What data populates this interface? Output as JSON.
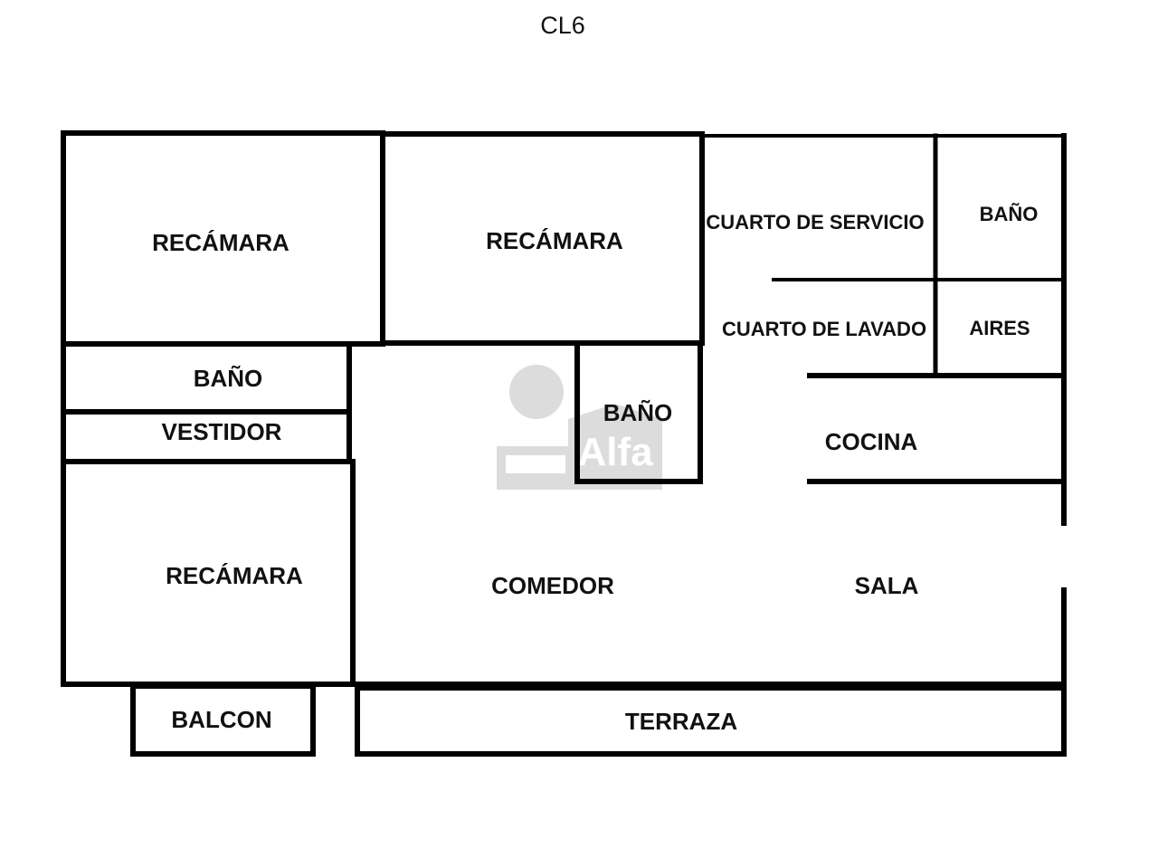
{
  "title": "CL6",
  "watermark": {
    "text": "Alfa"
  },
  "rooms": {
    "recamara_1": "RECÁMARA",
    "recamara_2": "RECÁMARA",
    "cuarto_servicio": "CUARTO DE SERVICIO",
    "bano_servicio": "BAÑO",
    "cuarto_lavado": "CUARTO DE LAVADO",
    "aires": "AIRES",
    "bano_1": "BAÑO",
    "vestidor": "VESTIDOR",
    "bano_2": "BAÑO",
    "cocina": "COCINA",
    "recamara_3": "RECÁMARA",
    "comedor": "COMEDOR",
    "sala": "SALA",
    "balcon": "BALCON",
    "terraza": "TERRAZA"
  }
}
